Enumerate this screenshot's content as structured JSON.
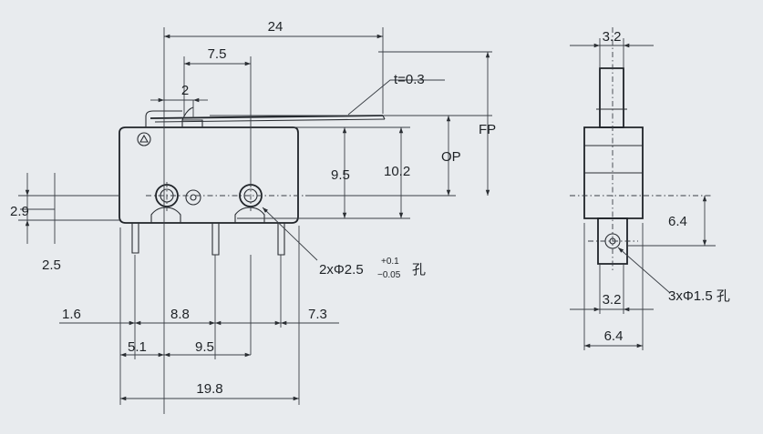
{
  "front_view": {
    "dim_total_length": "24",
    "dim_lever_pivot": "7.5",
    "dim_lever_offset": "2",
    "dim_thickness": "t=0.3",
    "dim_fp": "FP",
    "dim_op": "OP",
    "dim_height_9_5": "9.5",
    "dim_height_10_2": "10.2",
    "dim_left_2_9": "2.9",
    "dim_left_2_5": "2.5",
    "mounting_hole_note_prefix": "2xΦ2.5",
    "mounting_hole_tol_plus": "+0.1",
    "mounting_hole_tol_minus": "−0.05",
    "mounting_hole_note_suffix": "孔",
    "dim_1_6": "1.6",
    "dim_8_8": "8.8",
    "dim_7_3": "7.3",
    "dim_5_1": "5.1",
    "dim_9_5_bottom": "9.5",
    "dim_19_8": "19.8"
  },
  "side_view": {
    "dim_top_width": "3.2",
    "dim_6_4_vertical": "6.4",
    "dim_3_2_bottom": "3.2",
    "dim_6_4_bottom": "6.4",
    "pin_hole_note": "3xΦ1.5 孔"
  }
}
